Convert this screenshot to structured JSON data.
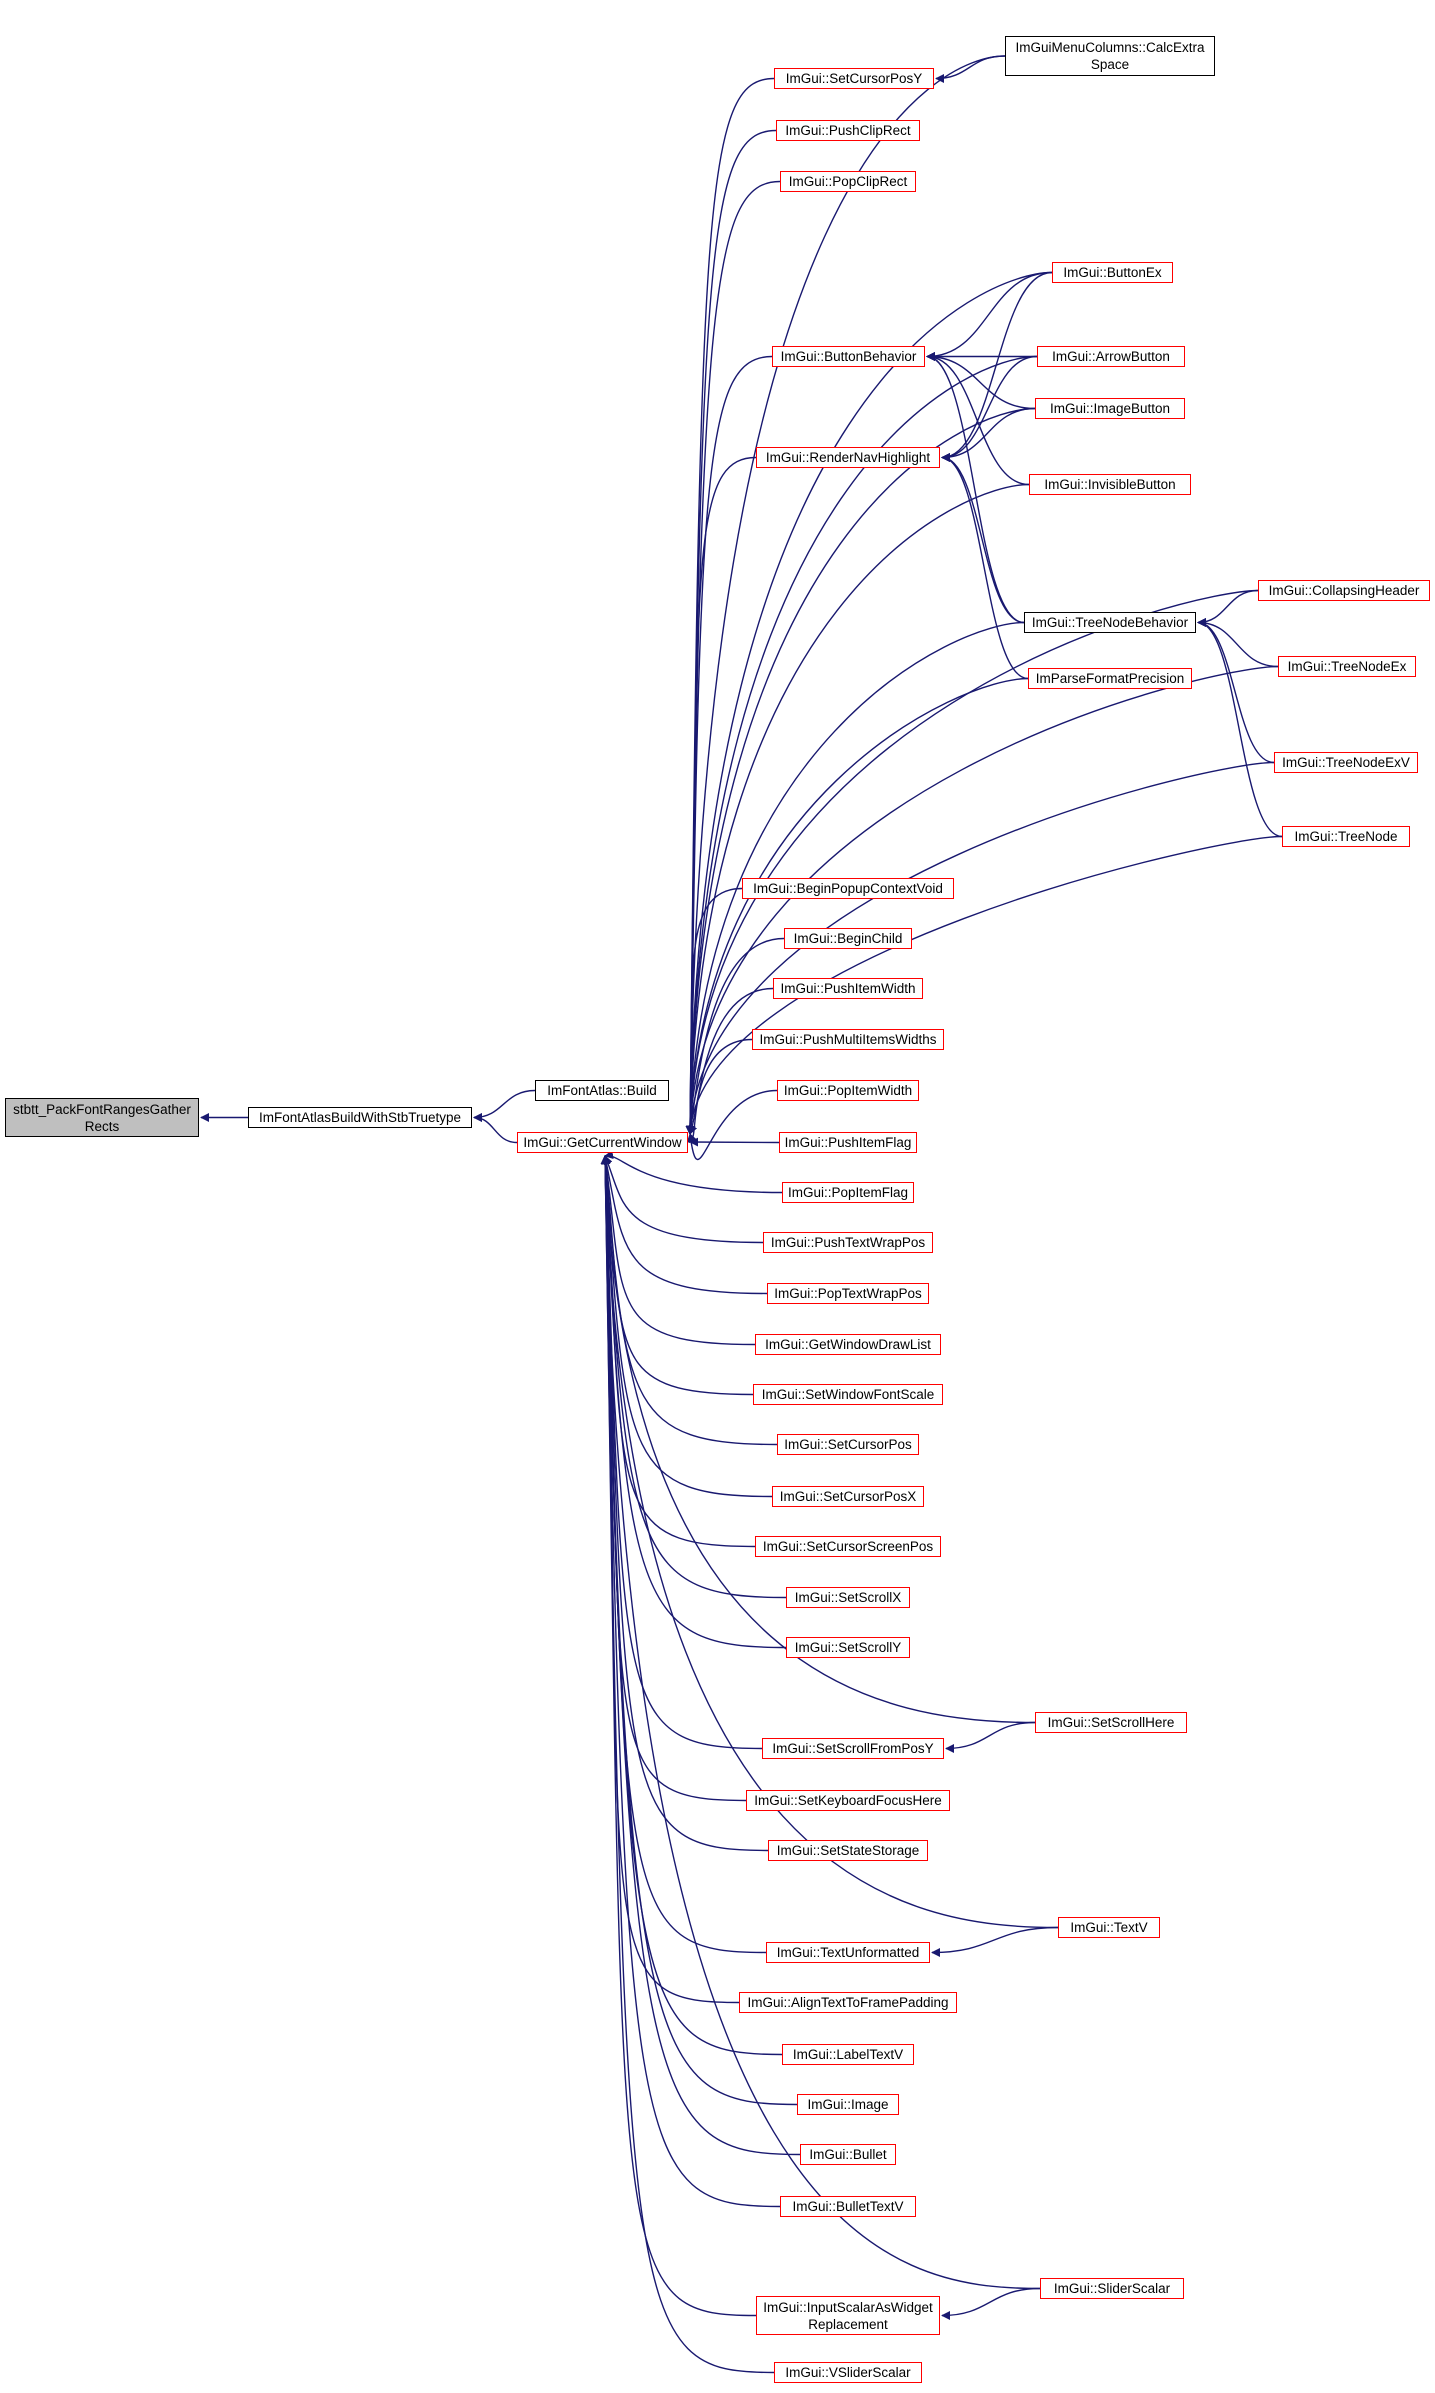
{
  "colors": {
    "edge": "#191970",
    "linked_border": "#ff0000",
    "plain_border": "#000000",
    "focus_fill": "#bfbfbf"
  },
  "nodes": {
    "stbtt_pack": {
      "label": "stbtt_PackFontRangesGather\nRects",
      "style": "focus"
    },
    "build_stb": {
      "label": "ImFontAtlasBuildWithStbTruetype",
      "style": "plain"
    },
    "atlas_build": {
      "label": "ImFontAtlas::Build",
      "style": "plain"
    },
    "get_current_window": {
      "label": "ImGui::GetCurrentWindow",
      "style": "red"
    },
    "set_cursor_pos_y": {
      "label": "ImGui::SetCursorPosY",
      "style": "red"
    },
    "menu_columns": {
      "label": "ImGuiMenuColumns::CalcExtra\nSpace",
      "style": "plain"
    },
    "push_clip_rect": {
      "label": "ImGui::PushClipRect",
      "style": "red"
    },
    "pop_clip_rect": {
      "label": "ImGui::PopClipRect",
      "style": "red"
    },
    "button_ex": {
      "label": "ImGui::ButtonEx",
      "style": "red"
    },
    "button_behavior": {
      "label": "ImGui::ButtonBehavior",
      "style": "red"
    },
    "arrow_button": {
      "label": "ImGui::ArrowButton",
      "style": "red"
    },
    "image_button": {
      "label": "ImGui::ImageButton",
      "style": "red"
    },
    "render_nav_highlight": {
      "label": "ImGui::RenderNavHighlight",
      "style": "red"
    },
    "invisible_button": {
      "label": "ImGui::InvisibleButton",
      "style": "red"
    },
    "collapsing_header": {
      "label": "ImGui::CollapsingHeader",
      "style": "red"
    },
    "tree_node_behavior": {
      "label": "ImGui::TreeNodeBehavior",
      "style": "plain"
    },
    "tree_node_ex": {
      "label": "ImGui::TreeNodeEx",
      "style": "red"
    },
    "parse_format_precision": {
      "label": "ImParseFormatPrecision",
      "style": "red"
    },
    "tree_node_exv": {
      "label": "ImGui::TreeNodeExV",
      "style": "red"
    },
    "tree_node": {
      "label": "ImGui::TreeNode",
      "style": "red"
    },
    "begin_popup_context_void": {
      "label": "ImGui::BeginPopupContextVoid",
      "style": "red"
    },
    "begin_child": {
      "label": "ImGui::BeginChild",
      "style": "red"
    },
    "push_item_width": {
      "label": "ImGui::PushItemWidth",
      "style": "red"
    },
    "push_multi_items_widths": {
      "label": "ImGui::PushMultiItemsWidths",
      "style": "red"
    },
    "pop_item_width": {
      "label": "ImGui::PopItemWidth",
      "style": "red"
    },
    "push_item_flag": {
      "label": "ImGui::PushItemFlag",
      "style": "red"
    },
    "pop_item_flag": {
      "label": "ImGui::PopItemFlag",
      "style": "red"
    },
    "push_text_wrap_pos": {
      "label": "ImGui::PushTextWrapPos",
      "style": "red"
    },
    "pop_text_wrap_pos": {
      "label": "ImGui::PopTextWrapPos",
      "style": "red"
    },
    "get_window_draw_list": {
      "label": "ImGui::GetWindowDrawList",
      "style": "red"
    },
    "set_window_font_scale": {
      "label": "ImGui::SetWindowFontScale",
      "style": "red"
    },
    "set_cursor_pos": {
      "label": "ImGui::SetCursorPos",
      "style": "red"
    },
    "set_cursor_pos_x": {
      "label": "ImGui::SetCursorPosX",
      "style": "red"
    },
    "set_cursor_screen_pos": {
      "label": "ImGui::SetCursorScreenPos",
      "style": "red"
    },
    "set_scroll_x": {
      "label": "ImGui::SetScrollX",
      "style": "red"
    },
    "set_scroll_y": {
      "label": "ImGui::SetScrollY",
      "style": "red"
    },
    "set_scroll_here": {
      "label": "ImGui::SetScrollHere",
      "style": "red"
    },
    "set_scroll_from_pos_y": {
      "label": "ImGui::SetScrollFromPosY",
      "style": "red"
    },
    "set_keyboard_focus_here": {
      "label": "ImGui::SetKeyboardFocusHere",
      "style": "red"
    },
    "set_state_storage": {
      "label": "ImGui::SetStateStorage",
      "style": "red"
    },
    "text_v": {
      "label": "ImGui::TextV",
      "style": "red"
    },
    "text_unformatted": {
      "label": "ImGui::TextUnformatted",
      "style": "red"
    },
    "align_text_to_frame_padding": {
      "label": "ImGui::AlignTextToFramePadding",
      "style": "red"
    },
    "label_text_v": {
      "label": "ImGui::LabelTextV",
      "style": "red"
    },
    "image": {
      "label": "ImGui::Image",
      "style": "red"
    },
    "bullet": {
      "label": "ImGui::Bullet",
      "style": "red"
    },
    "bullet_text_v": {
      "label": "ImGui::BulletTextV",
      "style": "red"
    },
    "slider_scalar": {
      "label": "ImGui::SliderScalar",
      "style": "red"
    },
    "input_scalar_as_widget_replacement": {
      "label": "ImGui::InputScalarAsWidget\nReplacement",
      "style": "red"
    },
    "vslider_scalar": {
      "label": "ImGui::VSliderScalar",
      "style": "red"
    }
  },
  "edges": [
    [
      "build_stb",
      "stbtt_pack"
    ],
    [
      "atlas_build",
      "build_stb"
    ],
    [
      "get_current_window",
      "build_stb"
    ],
    [
      "menu_columns",
      "set_cursor_pos_y"
    ],
    [
      "button_ex",
      "button_behavior"
    ],
    [
      "arrow_button",
      "button_behavior"
    ],
    [
      "image_button",
      "button_behavior"
    ],
    [
      "invisible_button",
      "button_behavior"
    ],
    [
      "tree_node_behavior",
      "button_behavior"
    ],
    [
      "button_ex",
      "render_nav_highlight"
    ],
    [
      "arrow_button",
      "render_nav_highlight"
    ],
    [
      "image_button",
      "render_nav_highlight"
    ],
    [
      "tree_node_behavior",
      "render_nav_highlight"
    ],
    [
      "parse_format_precision",
      "render_nav_highlight"
    ],
    [
      "collapsing_header",
      "tree_node_behavior"
    ],
    [
      "tree_node_ex",
      "tree_node_behavior"
    ],
    [
      "tree_node_exv",
      "tree_node_behavior"
    ],
    [
      "tree_node",
      "tree_node_behavior"
    ],
    [
      "set_scroll_here",
      "set_scroll_from_pos_y"
    ],
    [
      "text_v",
      "text_unformatted"
    ],
    [
      "slider_scalar",
      "input_scalar_as_widget_replacement"
    ],
    [
      "set_cursor_pos_y",
      "get_current_window"
    ],
    [
      "menu_columns",
      "get_current_window"
    ],
    [
      "push_clip_rect",
      "get_current_window"
    ],
    [
      "pop_clip_rect",
      "get_current_window"
    ],
    [
      "button_ex",
      "get_current_window"
    ],
    [
      "button_behavior",
      "get_current_window"
    ],
    [
      "arrow_button",
      "get_current_window"
    ],
    [
      "image_button",
      "get_current_window"
    ],
    [
      "render_nav_highlight",
      "get_current_window"
    ],
    [
      "invisible_button",
      "get_current_window"
    ],
    [
      "collapsing_header",
      "get_current_window"
    ],
    [
      "tree_node_behavior",
      "get_current_window"
    ],
    [
      "tree_node_ex",
      "get_current_window"
    ],
    [
      "parse_format_precision",
      "get_current_window"
    ],
    [
      "tree_node_exv",
      "get_current_window"
    ],
    [
      "tree_node",
      "get_current_window"
    ],
    [
      "begin_popup_context_void",
      "get_current_window"
    ],
    [
      "begin_child",
      "get_current_window"
    ],
    [
      "push_item_width",
      "get_current_window"
    ],
    [
      "push_multi_items_widths",
      "get_current_window"
    ],
    [
      "pop_item_width",
      "get_current_window"
    ],
    [
      "push_item_flag",
      "get_current_window"
    ],
    [
      "pop_item_flag",
      "get_current_window"
    ],
    [
      "push_text_wrap_pos",
      "get_current_window"
    ],
    [
      "pop_text_wrap_pos",
      "get_current_window"
    ],
    [
      "get_window_draw_list",
      "get_current_window"
    ],
    [
      "set_window_font_scale",
      "get_current_window"
    ],
    [
      "set_cursor_pos",
      "get_current_window"
    ],
    [
      "set_cursor_pos_x",
      "get_current_window"
    ],
    [
      "set_cursor_screen_pos",
      "get_current_window"
    ],
    [
      "set_scroll_x",
      "get_current_window"
    ],
    [
      "set_scroll_y",
      "get_current_window"
    ],
    [
      "set_scroll_here",
      "get_current_window"
    ],
    [
      "set_scroll_from_pos_y",
      "get_current_window"
    ],
    [
      "set_keyboard_focus_here",
      "get_current_window"
    ],
    [
      "set_state_storage",
      "get_current_window"
    ],
    [
      "text_v",
      "get_current_window"
    ],
    [
      "text_unformatted",
      "get_current_window"
    ],
    [
      "align_text_to_frame_padding",
      "get_current_window"
    ],
    [
      "label_text_v",
      "get_current_window"
    ],
    [
      "image",
      "get_current_window"
    ],
    [
      "bullet",
      "get_current_window"
    ],
    [
      "bullet_text_v",
      "get_current_window"
    ],
    [
      "slider_scalar",
      "get_current_window"
    ],
    [
      "input_scalar_as_widget_replacement",
      "get_current_window"
    ],
    [
      "vslider_scalar",
      "get_current_window"
    ]
  ]
}
